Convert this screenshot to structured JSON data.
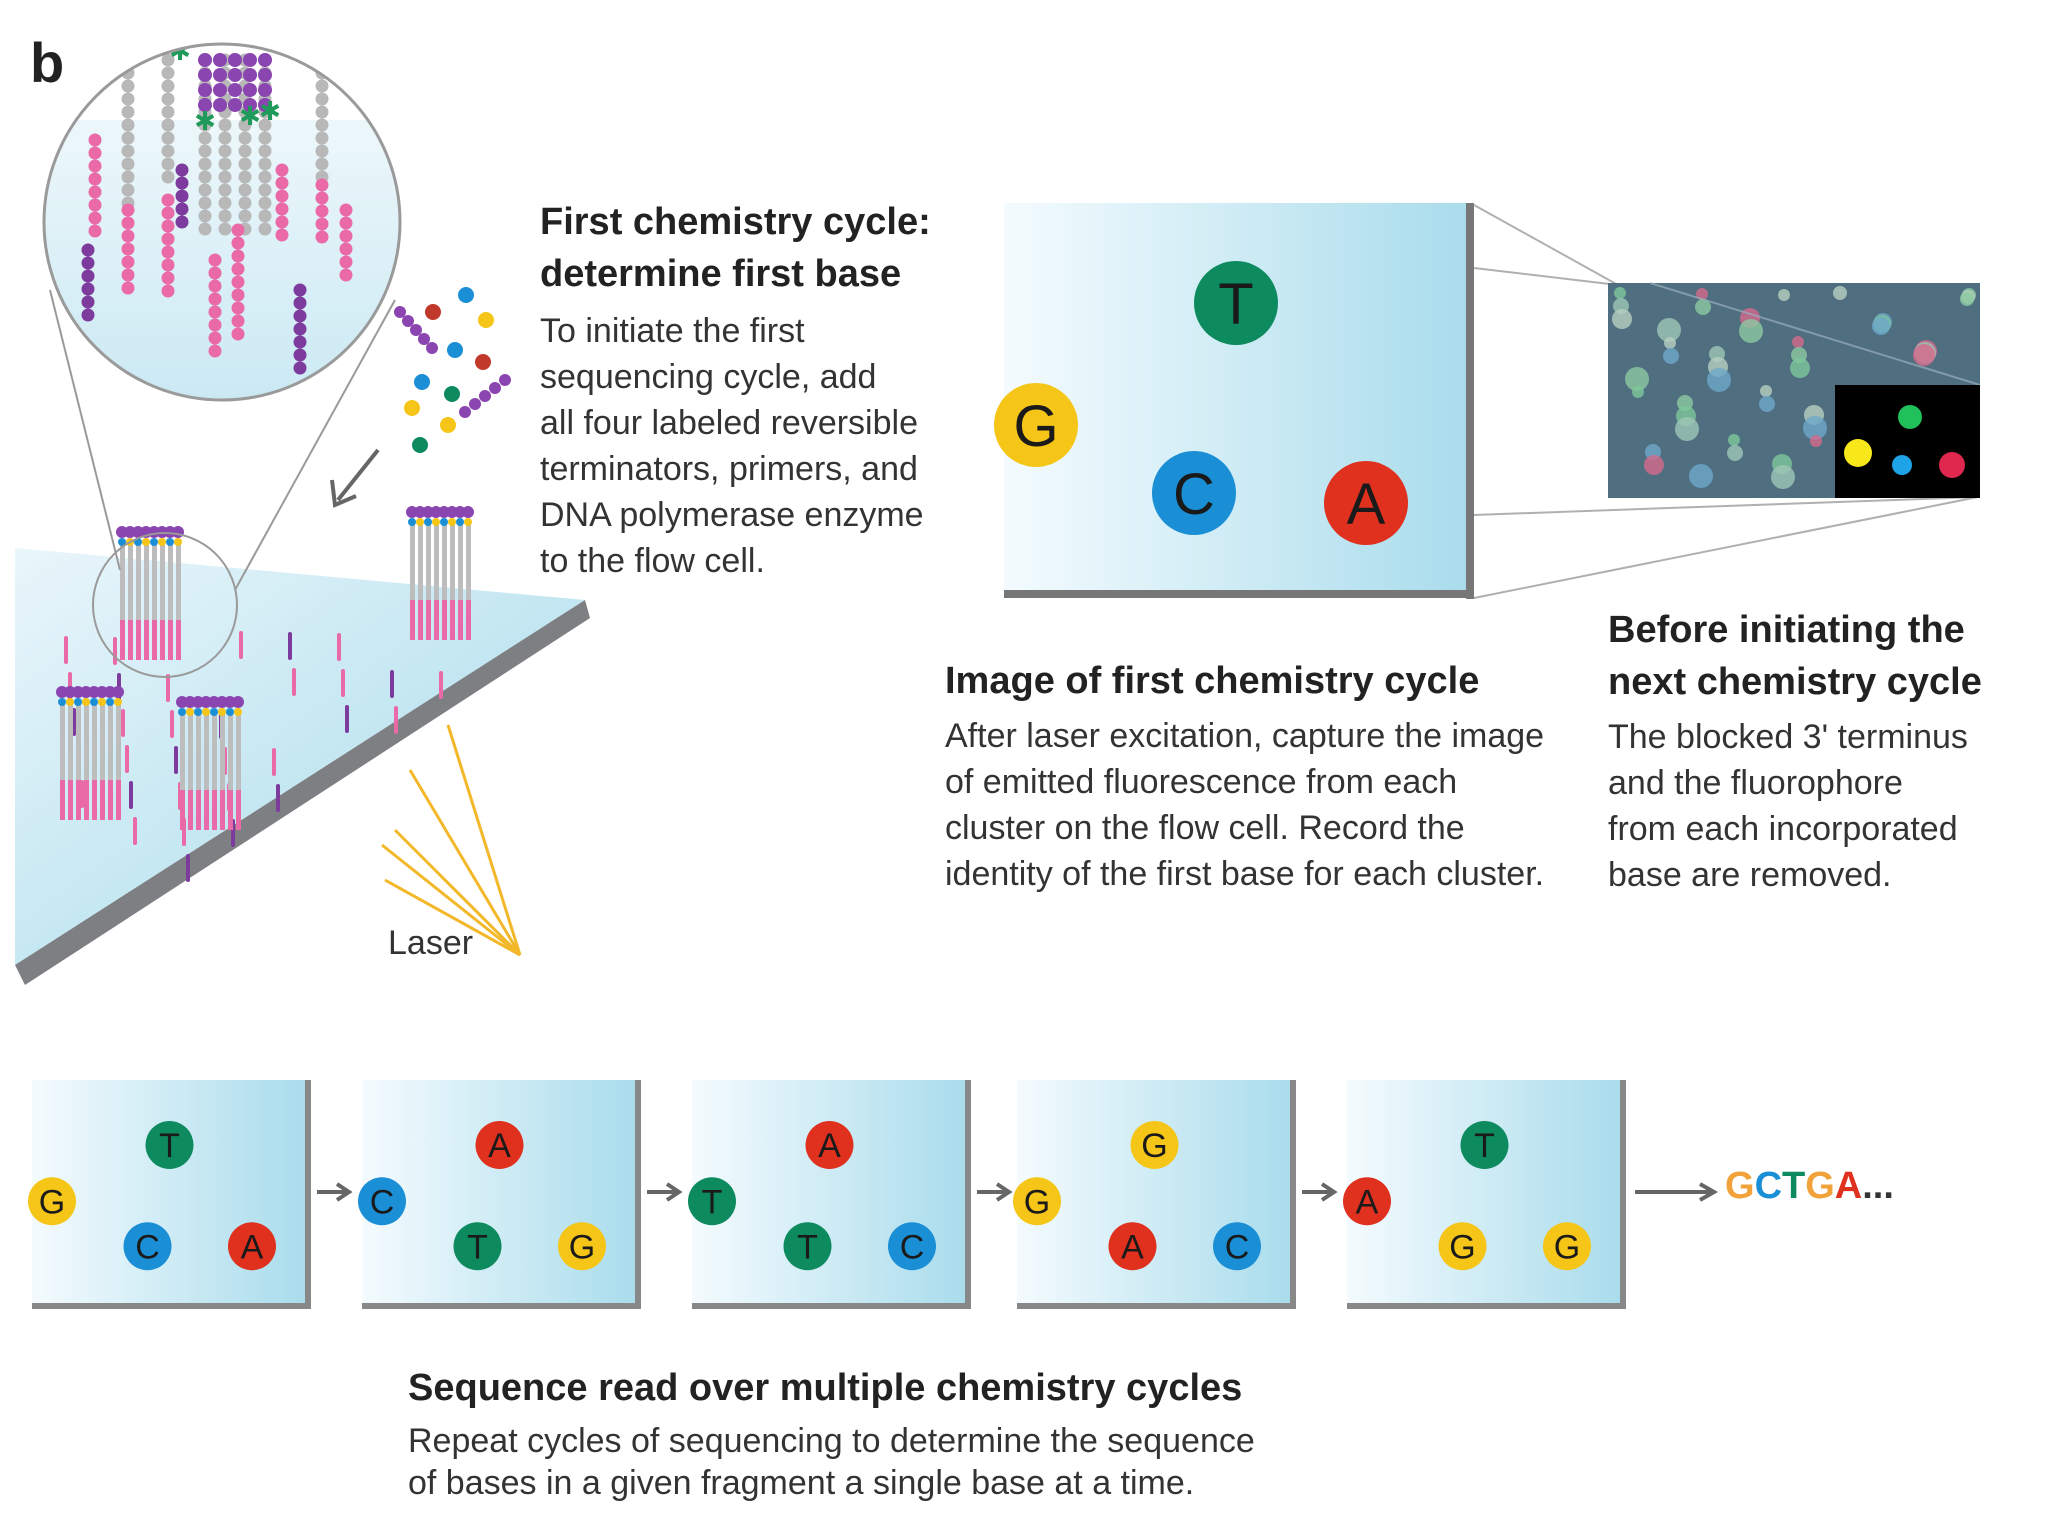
{
  "panel_letter": "b",
  "first_cycle": {
    "title_line1": "First chemistry cycle:",
    "title_line2": "determine first base",
    "desc_lines": [
      "To initiate the first",
      "sequencing cycle, add",
      "all four labeled reversible",
      "terminators, primers, and",
      "DNA polymerase enzyme",
      "to the flow cell."
    ]
  },
  "laser_label": "Laser",
  "image_cycle": {
    "title": "Image of first chemistry cycle",
    "desc_lines": [
      "After laser excitation, capture the image",
      "of emitted fluorescence from each",
      "cluster on the flow cell. Record the",
      "identity of the first base for each cluster."
    ]
  },
  "next_cycle": {
    "title_line1": "Before initiating the",
    "title_line2": "next chemistry cycle",
    "desc_lines": [
      "The blocked 3' terminus",
      "and the fluorophore",
      "from each incorporated",
      "base are removed."
    ]
  },
  "big_frame_bases": [
    "T",
    "G",
    "C",
    "A"
  ],
  "cycle_frames": [
    [
      "T",
      "G",
      "C",
      "A"
    ],
    [
      "A",
      "C",
      "T",
      "G"
    ],
    [
      "A",
      "T",
      "T",
      "C"
    ],
    [
      "G",
      "G",
      "A",
      "C"
    ],
    [
      "T",
      "A",
      "G",
      "G"
    ]
  ],
  "sequence_result": [
    "G",
    "C",
    "T",
    "G",
    "A",
    "..."
  ],
  "multi_cycle": {
    "title": "Sequence read over multiple chemistry cycles",
    "desc_lines": [
      "Repeat cycles of sequencing to determine the sequence",
      "of bases in a given fragment a single base at a time."
    ]
  },
  "base_colors": {
    "G": "#f5c518",
    "T": "#0e8a5f",
    "C": "#1b8fd6",
    "A": "#e0301e"
  },
  "sequence_colors": [
    "#f2a23a",
    "#1b8fd6",
    "#0e8a5f",
    "#f2a23a",
    "#e0301e",
    "#333333"
  ]
}
